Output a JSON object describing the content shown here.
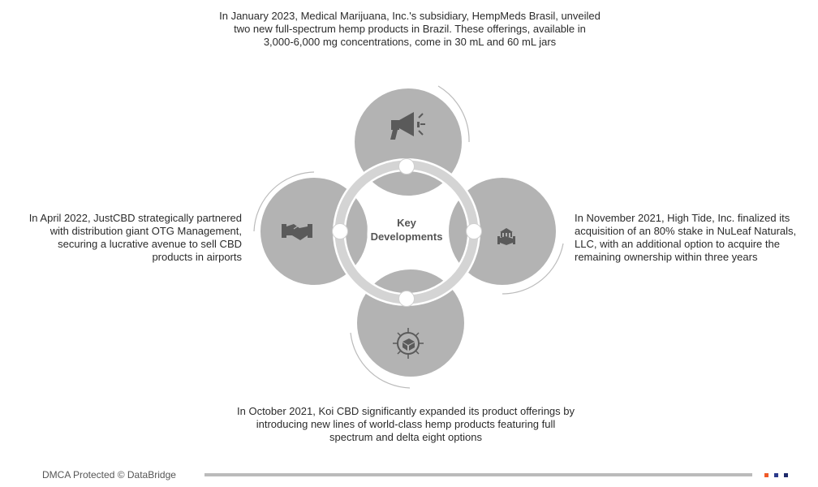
{
  "center": {
    "line1": "Key",
    "line2": "Developments"
  },
  "developments": {
    "top": {
      "text": "In January 2023, Medical Marijuana, Inc.'s subsidiary, HempMeds Brasil, unveiled two new full-spectrum hemp products in Brazil. These offerings, available in 3,000-6,000 mg concentrations, come in 30 mL and 60 mL jars",
      "icon": "megaphone-icon"
    },
    "left": {
      "text": "In April 2022, JustCBD strategically partnered with distribution giant OTG Management, securing a lucrative avenue to sell CBD products in airports",
      "icon": "handshake-icon"
    },
    "right": {
      "text": "In November 2021, High Tide, Inc. finalized its acquisition of an 80% stake in NuLeaf Naturals, LLC, with an additional option to acquire the remaining ownership within three years",
      "icon": "acquisition-icon"
    },
    "bottom": {
      "text": "In October 2021, Koi CBD significantly expanded its product offerings by introducing new lines of world-class hemp products featuring full spectrum and delta eight options",
      "icon": "distribution-icon"
    }
  },
  "footer": {
    "text": "DMCA Protected © DataBridge",
    "colors": [
      "#f05a28",
      "#2b3a8c",
      "#1f2a6b"
    ]
  },
  "colors": {
    "circle": "#b3b3b3",
    "ring": "#d4d4d4",
    "icon": "#5a5a5a"
  }
}
